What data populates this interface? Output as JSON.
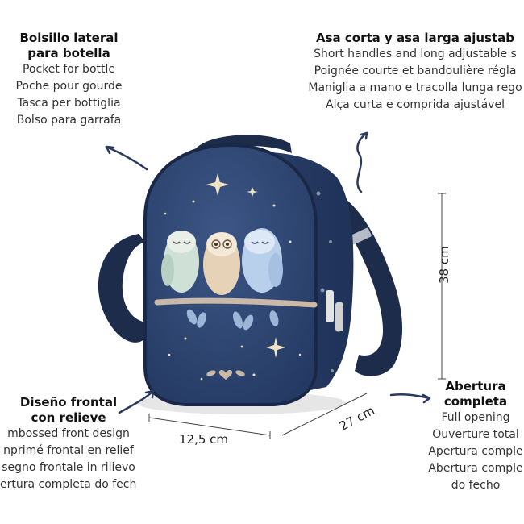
{
  "features": {
    "side_pocket": {
      "title_lines": [
        "Bolsillo lateral",
        "para botella"
      ],
      "lines": [
        "Pocket for bottle",
        "Poche pour gourde",
        "Tasca per bottiglia",
        "Bolso para garrafa"
      ]
    },
    "handles": {
      "title_lines": [
        "Asa corta y asa larga ajustab"
      ],
      "lines": [
        "Short handles and long adjustable s",
        "Poignée courte et bandoulière régla",
        "Maniglia a mano e tracolla lunga rego",
        "Alça curta e comprida ajustável"
      ]
    },
    "front_design": {
      "title_lines": [
        "Diseño frontal",
        "con relieve"
      ],
      "lines": [
        "mbossed front design",
        "nprimé frontal en relief",
        "segno frontale in rilievo",
        "ertura completa do fecho"
      ]
    },
    "opening": {
      "title_lines": [
        "Abertura",
        "completa"
      ],
      "lines": [
        "Full opening",
        "Ouverture total",
        "Apertura comple",
        "Abertura comple",
        "do fecho"
      ]
    }
  },
  "dimensions": {
    "height": "38 cm",
    "width": "12,5 cm",
    "depth": "27 cm"
  },
  "colors": {
    "bag": "#2e4470",
    "bag_dark": "#1f3054",
    "strap": "#1e2c4b",
    "arrow": "#2a3a5c",
    "branch": "#c9b9a6",
    "star": "#f1e3c6"
  }
}
